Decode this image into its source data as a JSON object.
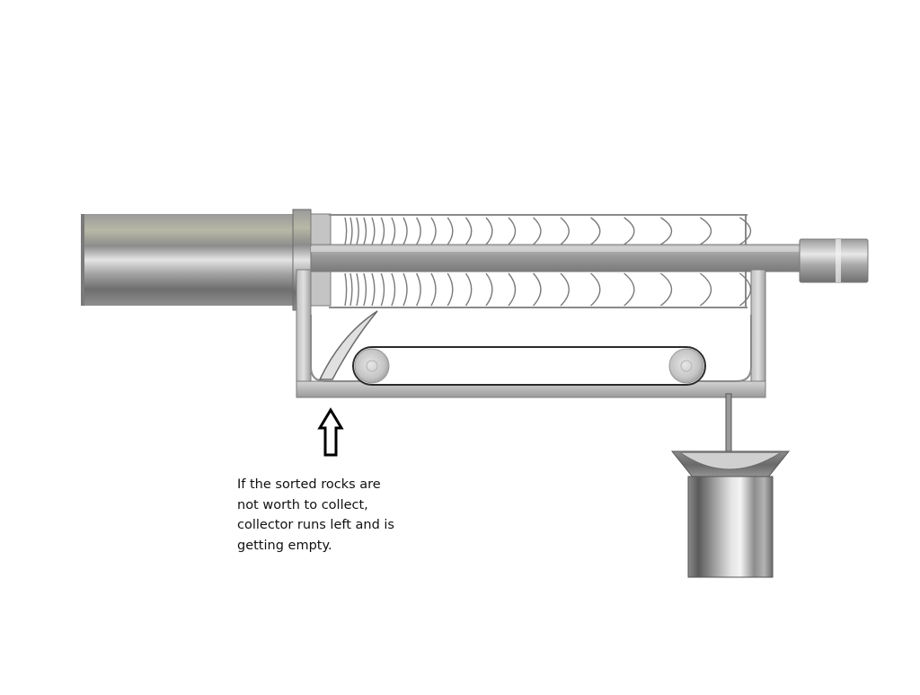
{
  "annotation": {
    "lines": [
      "If the sorted rocks are",
      "not worth to collect,",
      "collector runs left and is",
      "getting empty."
    ]
  },
  "colors": {
    "background": "#ffffff",
    "metal_light": "#e6e6e6",
    "metal_mid": "#a9a9a9",
    "metal_dark": "#6f6f6f",
    "outline": "#4a4a4a",
    "arrow": "#000000"
  }
}
